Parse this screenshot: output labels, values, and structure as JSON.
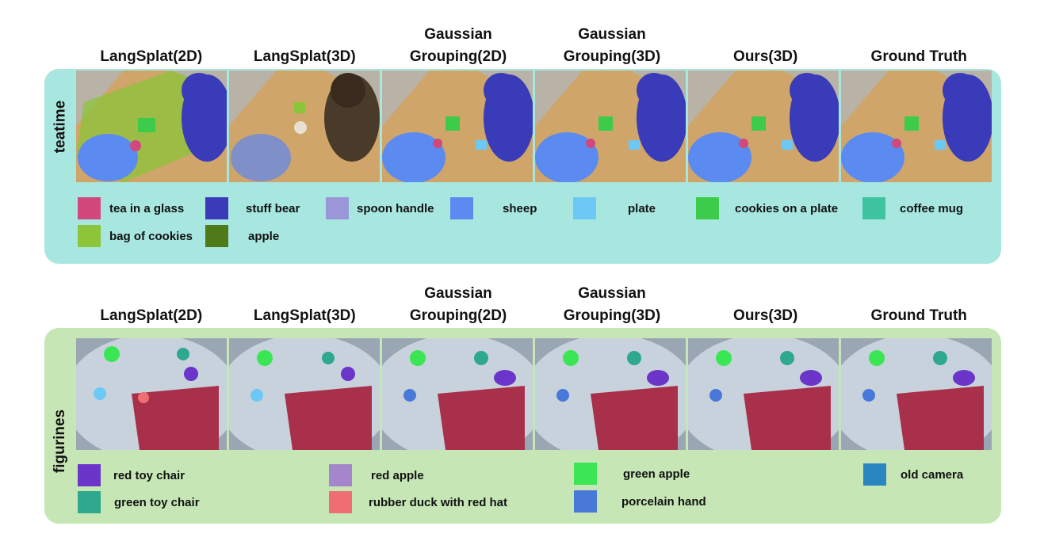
{
  "columns": [
    "LangSplat(2D)",
    "LangSplat(3D)",
    "Gaussian Grouping(2D)",
    "Gaussian Grouping(3D)",
    "Ours(3D)",
    "Ground Truth"
  ],
  "panels": [
    {
      "scene": "teatime",
      "legend": [
        {
          "label": "tea in a glass",
          "color": "#d0487c"
        },
        {
          "label": "stuff bear",
          "color": "#3a3bb8"
        },
        {
          "label": "spoon handle",
          "color": "#9a96d8"
        },
        {
          "label": "sheep",
          "color": "#5b8af0"
        },
        {
          "label": "plate",
          "color": "#6cc8f5"
        },
        {
          "label": "cookies on a plate",
          "color": "#3dcc4a"
        },
        {
          "label": "coffee mug",
          "color": "#40c4a0"
        },
        {
          "label": "bag of cookies",
          "color": "#8cc43a"
        },
        {
          "label": "apple",
          "color": "#4e7a1a"
        }
      ]
    },
    {
      "scene": "figurines",
      "legend": [
        {
          "label": "red toy chair",
          "color": "#6a35c8"
        },
        {
          "label": "red apple",
          "color": "#a585cc"
        },
        {
          "label": "green apple",
          "color": "#3be655"
        },
        {
          "label": "old camera",
          "color": "#2a86c0"
        },
        {
          "label": "green toy chair",
          "color": "#2fa890"
        },
        {
          "label": "rubber duck with red hat",
          "color": "#ee6e74"
        },
        {
          "label": "porcelain hand",
          "color": "#4878d8"
        }
      ]
    }
  ]
}
